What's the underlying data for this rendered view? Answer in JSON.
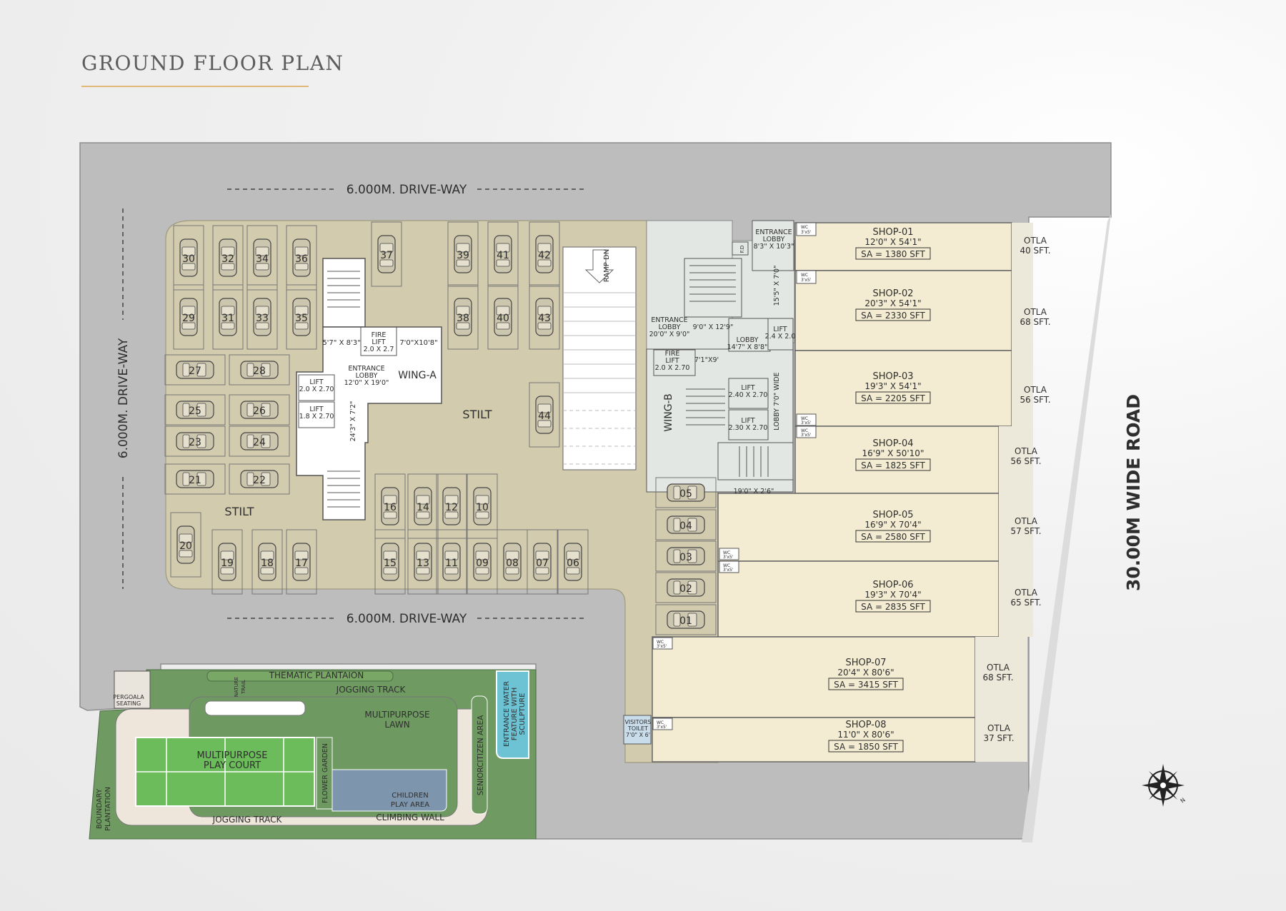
{
  "title": "GROUND FLOOR PLAN",
  "driveways": {
    "top": "6.000M. DRIVE-WAY",
    "bottom": "6.000M. DRIVE-WAY",
    "left": "6.000M. DRIVE-WAY"
  },
  "road": "30.00M WIDE ROAD",
  "stilt": "STILT",
  "ramp": "RAMP DN",
  "parking": {
    "left": [
      "30",
      "32",
      "34",
      "36",
      "37",
      "29",
      "31",
      "33",
      "35",
      "27",
      "28",
      "25",
      "26",
      "23",
      "24",
      "21",
      "22",
      "20",
      "19",
      "18",
      "17"
    ],
    "middle": [
      "39",
      "41",
      "42",
      "38",
      "40",
      "43",
      "44",
      "16",
      "14",
      "12",
      "10",
      "15",
      "13",
      "11",
      "09",
      "08",
      "07",
      "06"
    ],
    "right": [
      "05",
      "04",
      "03",
      "02",
      "01"
    ]
  },
  "wing_a": {
    "label": "WING-A",
    "lobby": [
      "ENTRANCE",
      "LOBBY",
      "12'0\" X 19'0\""
    ],
    "fire_lift": [
      "FIRE",
      "LIFT",
      "2.0 X 2.7"
    ],
    "lift1": [
      "LIFT",
      "2.0 X 2.70"
    ],
    "lift2": [
      "LIFT",
      "1.8 X 2.70"
    ],
    "dim1": "5'7\" X 8'3\"",
    "dim2": "7'0\"X10'8\"",
    "dim3": "24'3\" X 7'2\""
  },
  "wing_b": {
    "label": "WING-B",
    "entrance_lobby_top": [
      "ENTRANCE",
      "LOBBY",
      "8'3\" X 10'3\""
    ],
    "entrance_lobby_left": [
      "ENTRANCE",
      "LOBBY",
      "20'0\" X 9'0\""
    ],
    "dim_a": "9'0\" X 12'9\"",
    "lobby": [
      "LOBBY",
      "14'7\" X 8'8\""
    ],
    "lift_top": [
      "LIFT",
      "2.4 X 2.0"
    ],
    "fire_lift": [
      "FIRE",
      "LIFT",
      "2.0 X 2.70"
    ],
    "dim_b": "7'1\"X9'",
    "lift1": [
      "LIFT",
      "2.40 X 2.70"
    ],
    "lift2": [
      "LIFT",
      "2.30 X 2.70"
    ],
    "lobby_wide": "LOBBY 7'0\" WIDE",
    "dim_c": "15'5\" X 7'0\"",
    "dim_d": "19'0\" X 2'6\"",
    "fd": "F.D"
  },
  "wc": {
    "label": "WC",
    "size": "3'x5'"
  },
  "shops": [
    {
      "name": "SHOP-01",
      "dims": "12'0\" X 54'1\"",
      "area": "SA = 1380 SFT",
      "otla": [
        "OTLA",
        "40 SFT."
      ]
    },
    {
      "name": "SHOP-02",
      "dims": "20'3\" X 54'1\"",
      "area": "SA = 2330 SFT",
      "otla": [
        "OTLA",
        "68 SFT."
      ]
    },
    {
      "name": "SHOP-03",
      "dims": "19'3\" X 54'1\"",
      "area": "SA = 2205 SFT",
      "otla": [
        "OTLA",
        "56 SFT."
      ]
    },
    {
      "name": "SHOP-04",
      "dims": "16'9\" X 50'10\"",
      "area": "SA = 1825 SFT",
      "otla": [
        "OTLA",
        "56 SFT."
      ]
    },
    {
      "name": "SHOP-05",
      "dims": "16'9\" X 70'4\"",
      "area": "SA = 2580 SFT",
      "otla": [
        "OTLA",
        "57 SFT."
      ]
    },
    {
      "name": "SHOP-06",
      "dims": "19'3\" X 70'4\"",
      "area": "SA = 2835 SFT",
      "otla": [
        "OTLA",
        "65 SFT."
      ]
    },
    {
      "name": "SHOP-07",
      "dims": "20'4\" X 80'6\"",
      "area": "SA = 3415 SFT",
      "otla": [
        "OTLA",
        "68 SFT."
      ]
    },
    {
      "name": "SHOP-08",
      "dims": "11'0\" X 80'6\"",
      "area": "SA = 1850 SFT",
      "otla": [
        "OTLA",
        "37 SFT."
      ]
    }
  ],
  "visitors_toilet": [
    "VISITORS",
    "TOILET",
    "7'0\" X 6'"
  ],
  "garden": {
    "thematic": "THEMATIC PLANTAION",
    "jogging_top": "JOGGING TRACK",
    "jogging_bottom": "JOGGING TRACK",
    "nature_trail": [
      "NATURE",
      "TRAIL"
    ],
    "lawn": [
      "MULTIPURPOSE",
      "LAWN"
    ],
    "court": [
      "MULTIPURPOSE",
      "PLAY COURT"
    ],
    "flower_garden": "FLOWER GARDEN",
    "children": [
      "CHILDREN",
      "PLAY AREA"
    ],
    "climbing": "CLIMBING WALL",
    "senior": "SENIORCITIZEN AREA",
    "water": [
      "ENTRANCE WATER",
      "FEATURE WITH",
      "SCULPTURE"
    ],
    "pergola": [
      "PERGOALA",
      "SEATING"
    ],
    "boundary": [
      "BOUNDARY",
      "PLANTATION"
    ]
  },
  "compass": {
    "north": "N"
  }
}
